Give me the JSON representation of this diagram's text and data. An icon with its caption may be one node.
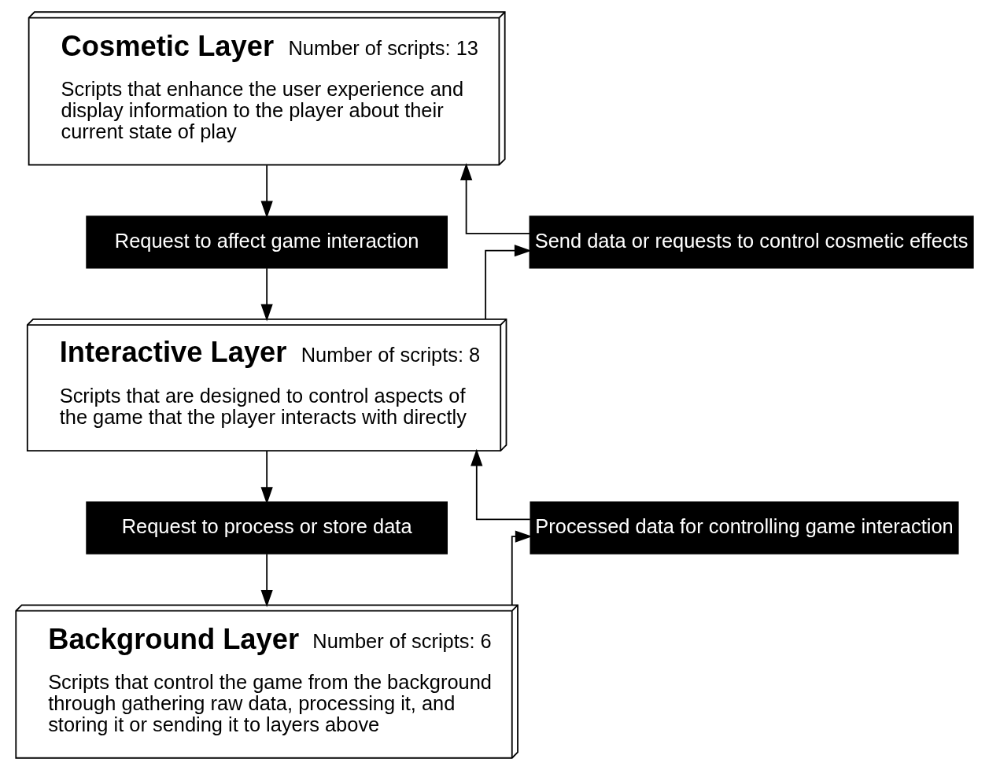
{
  "diagram": {
    "nodes": [
      {
        "text": [
          "Cosmetic Layer",
          "Number of scripts: 13",
          "Scripts that enhance the user experience and display information to the player about their current state of play"
        ]
      },
      {
        "text": [
          "Request to affect game interaction"
        ]
      },
      {
        "text": [
          "Send data or requests to control cosmetic effects"
        ]
      },
      {
        "text": [
          "Interactive Layer",
          "Number of scripts: 8",
          "Scripts that are designed to control aspects of the game that the player interacts with directly"
        ]
      },
      {
        "text": [
          "Request to process or store data"
        ]
      },
      {
        "text": [
          "Processed data for controlling game interaction"
        ]
      },
      {
        "text": [
          "Background Layer",
          "Number of scripts: 6",
          "Scripts that control the game from the background through gathering raw data, processing it, and storing it or sending it to layers above"
        ]
      }
    ],
    "edges": [
      {
        "from": 0,
        "to": 1,
        "arrow": "to"
      },
      {
        "from": 1,
        "to": 3,
        "arrow": "to"
      },
      {
        "from": 3,
        "to": 2,
        "arrow": "to"
      },
      {
        "from": 2,
        "to": 0,
        "arrow": "to"
      },
      {
        "from": 3,
        "to": 4,
        "arrow": "to"
      },
      {
        "from": 4,
        "to": 6,
        "arrow": "to"
      },
      {
        "from": 6,
        "to": 5,
        "arrow": "to"
      },
      {
        "from": 5,
        "to": 3,
        "arrow": "to"
      }
    ]
  }
}
